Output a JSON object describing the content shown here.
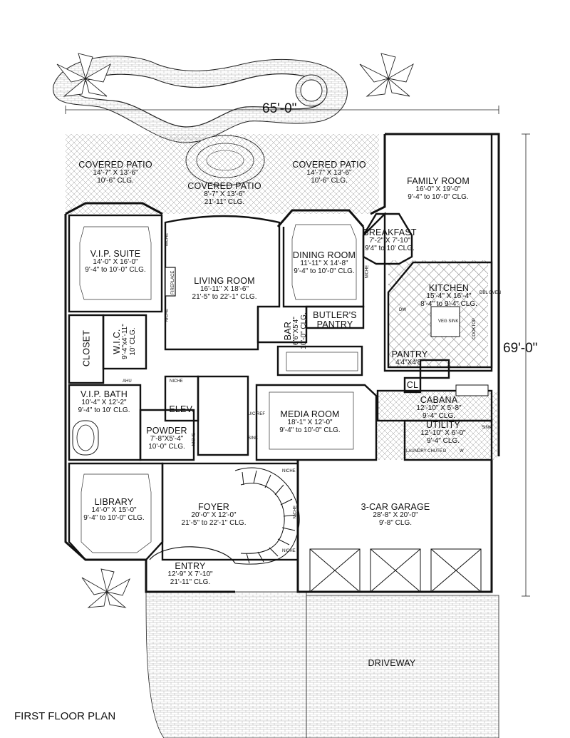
{
  "plan_title": "FIRST FLOOR PLAN",
  "dimensions": {
    "width": "65'-0\"",
    "depth": "69'-0\""
  },
  "rooms": {
    "covered_patio_left": {
      "name": "COVERED PATIO",
      "size": "14'-7\" X 13'-6\"",
      "ceiling": "10'-6\" CLG."
    },
    "covered_patio_center": {
      "name": "COVERED PATIO",
      "size": "8'-7\" X 13'-6\"",
      "ceiling": "21'-11\" CLG."
    },
    "covered_patio_right": {
      "name": "COVERED PATIO",
      "size": "14'-7\" X 13'-6\"",
      "ceiling": "10'-6\" CLG."
    },
    "family_room": {
      "name": "FAMILY ROOM",
      "size": "16'-0\" X 19'-0\"",
      "ceiling": "9'-4\" to 10'-0\" CLG."
    },
    "breakfast": {
      "name": "BREAKFAST",
      "size": "7'-2\" X 7'-10\"",
      "ceiling": "9'4\" to 10' CLG."
    },
    "vip_suite": {
      "name": "V.I.P. SUITE",
      "size": "14'-0\" X 16'-0\"",
      "ceiling": "9'-4\" to 10'-0\" CLG."
    },
    "living_room": {
      "name": "LIVING ROOM",
      "size": "16'-11\" X 18'-6\"",
      "ceiling": "21'-5\" to 22'-1\" CLG."
    },
    "dining_room": {
      "name": "DINING ROOM",
      "size": "11'-11\" X 14'-8\"",
      "ceiling": "9'-4\" to 10'-0\" CLG."
    },
    "kitchen": {
      "name": "KITCHEN",
      "size": "15'-4\" X 16'-4\"",
      "ceiling": "8'-4\" to 9'-4\" CLG."
    },
    "bar": {
      "name": "BAR",
      "size": "6'6\"X5'4\"",
      "ceiling": "10'-0\" CLG."
    },
    "butlers_pantry": {
      "name": "BUTLER'S",
      "name2": "PANTRY"
    },
    "closet": {
      "name": "CLOSET"
    },
    "wic": {
      "name": "W.I.C.",
      "size": "9'-4\"x4'-11\"",
      "ceiling": "10' CLG."
    },
    "pantry": {
      "name": "PANTRY",
      "size": "4'4\"X4'8\""
    },
    "cl": {
      "name": "CL"
    },
    "cabana": {
      "name": "CABANA",
      "size": "12'-10\" X 5'-8\"",
      "ceiling": "9'-4\" CLG."
    },
    "vip_bath": {
      "name": "V.I.P. BATH",
      "size": "10'-4\" X 12'-2\"",
      "ceiling": "9'-4\" to 10' CLG."
    },
    "elev": {
      "name": "ELEV."
    },
    "media_room": {
      "name": "MEDIA ROOM",
      "size": "18'-1\" X 12'-0\"",
      "ceiling": "9'-4\" to 10'-0\" CLG."
    },
    "utility": {
      "name": "UTILITY",
      "size": "12'-10\" X 6'-0\"",
      "ceiling": "9'-4\" CLG."
    },
    "powder": {
      "name": "POWDER",
      "size": "7'-8\"X5'-4\"",
      "ceiling": "10'-0\" CLG."
    },
    "library": {
      "name": "LIBRARY",
      "size": "14'-0\" X 15'-0\"",
      "ceiling": "9'-4\" to 10'-0\" CLG."
    },
    "foyer": {
      "name": "FOYER",
      "size": "20'-0\" X 12'-0\"",
      "ceiling": "21'-5\" to 22'-1\" CLG."
    },
    "garage": {
      "name": "3-CAR GARAGE",
      "size": "28'-8\" X 20'-0\"",
      "ceiling": "9'-8\" CLG."
    },
    "entry": {
      "name": "ENTRY",
      "size": "12'-9\" X 7'-10\"",
      "ceiling": "21'-11\" CLG."
    },
    "driveway": {
      "name": "DRIVEWAY"
    }
  },
  "fixture_labels": {
    "fireplace": "FIREPLACE",
    "niche": "NICHE",
    "ahu": "AHU",
    "laundry_chute": "LAUNDRY CHUTE",
    "sink": "SINK",
    "dw": "DW",
    "w": "W",
    "d": "D",
    "dbl_oven": "DBL OVEN",
    "cooktop": "COOKTOP",
    "veg_sink": "VEG SINK",
    "uc_ref": "U/C REF"
  }
}
